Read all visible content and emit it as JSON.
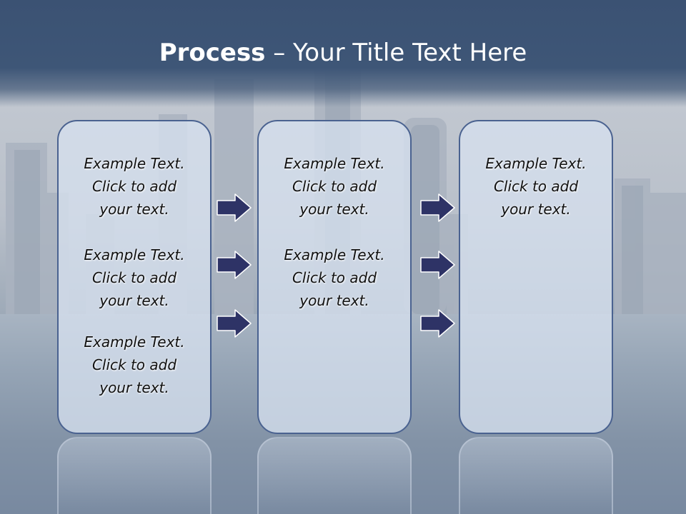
{
  "title": {
    "bold": "Process",
    "rest": " – Your Title Text Here"
  },
  "colors": {
    "header": "#3b5273",
    "box_border": "#4a6290",
    "arrow_fill": "#2e3366"
  },
  "columns": [
    {
      "items": [
        {
          "line1": "Example Text.",
          "line2": "Click  to add",
          "line3": "your text."
        },
        {
          "line1": "Example Text.",
          "line2": "Click  to add",
          "line3": "your text."
        },
        {
          "line1": "Example Text.",
          "line2": "Click  to add",
          "line3": "your text."
        }
      ]
    },
    {
      "items": [
        {
          "line1": "Example Text.",
          "line2": "Click  to add",
          "line3": "your text."
        },
        {
          "line1": "Example Text.",
          "line2": "Click  to add",
          "line3": "your text."
        }
      ]
    },
    {
      "items": [
        {
          "line1": "Example Text.",
          "line2": "Click  to add",
          "line3": "your text."
        }
      ]
    }
  ],
  "arrow_icon": "right-arrow-icon"
}
